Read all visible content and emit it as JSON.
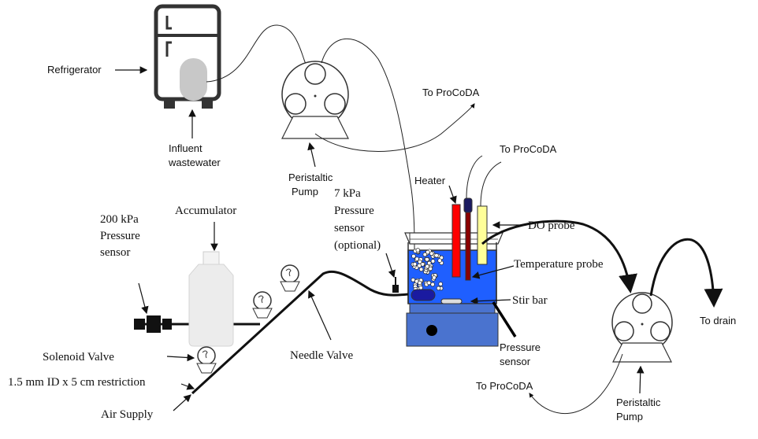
{
  "labels": {
    "refrigerator": "Refrigerator",
    "influent_line1": "Influent",
    "influent_line2": "wastewater",
    "pump_top_line1": "Peristaltic",
    "pump_top_line2": "Pump",
    "to_procoda_top": "To ProCoDA",
    "to_procoda_mid": "To ProCoDA",
    "heater": "Heater",
    "do_probe": "DO probe",
    "temperature_probe": "Temperature probe",
    "stir_bar": "Stir bar",
    "pressure_sensor_line1": "Pressure",
    "pressure_sensor_line2": "sensor",
    "to_drain": "To drain",
    "pump_right_line1": "Peristaltic",
    "pump_right_line2": "Pump",
    "to_procoda_bottom": "To ProCoDA",
    "sensor_7kpa_line1": "7 kPa",
    "sensor_7kpa_line2": "Pressure",
    "sensor_7kpa_line3": "sensor",
    "sensor_7kpa_line4": "(optional)",
    "accumulator": "Accumulator",
    "sensor_200kpa_line1": "200 kPa",
    "sensor_200kpa_line2": "Pressure",
    "sensor_200kpa_line3": "sensor",
    "solenoid_valve": "Solenoid Valve",
    "restriction": "1.5 mm ID x 5 cm restriction",
    "air_supply": "Air Supply",
    "needle_valve": "Needle Valve"
  },
  "colors": {
    "heater": "#ff0000",
    "do_probe": "#ffff99",
    "temperature_probe": "#8b0000",
    "water": "#1f5fff",
    "stir_plate": "#4a73cf",
    "fridge_outline": "#333333",
    "fridge_bottle": "#c8c8c8"
  }
}
